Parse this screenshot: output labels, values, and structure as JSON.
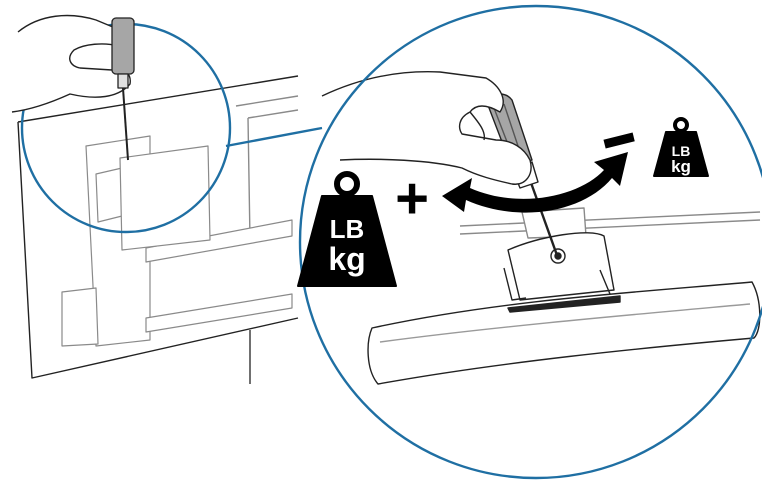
{
  "weight_heavy": {
    "line1": "LB",
    "line2": "kg"
  },
  "weight_light": {
    "line1": "LB",
    "line2": "kg"
  },
  "plus_symbol": "+",
  "minus_symbol": "–",
  "colors": {
    "circle_stroke": "#1f6fa3",
    "line": "#222222",
    "light_line": "#9a9a9a",
    "weight_fill": "#000000",
    "arrow_fill": "#000000"
  }
}
